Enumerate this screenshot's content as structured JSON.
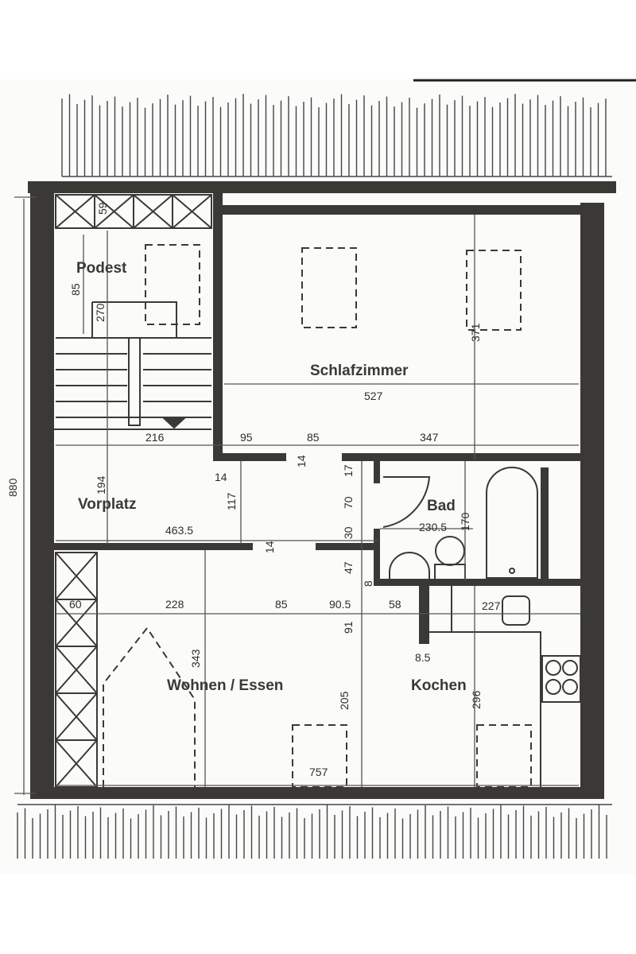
{
  "rooms": {
    "podest": "Podest",
    "schlafzimmer": "Schlafzimmer",
    "vorplatz": "Vorplatz",
    "bad": "Bad",
    "wohnen_essen": "Wohnen / Essen",
    "kochen": "Kochen"
  },
  "dimensions": [
    "59",
    "85",
    "270",
    "880",
    "527",
    "371",
    "216",
    "95",
    "85",
    "347",
    "14",
    "14",
    "194",
    "117",
    "463.5",
    "17",
    "70",
    "30",
    "230.5",
    "170",
    "14",
    "47",
    "8",
    "60",
    "228",
    "85",
    "90.5",
    "58",
    "227",
    "91",
    "8.5",
    "343",
    "205",
    "296",
    "757"
  ]
}
